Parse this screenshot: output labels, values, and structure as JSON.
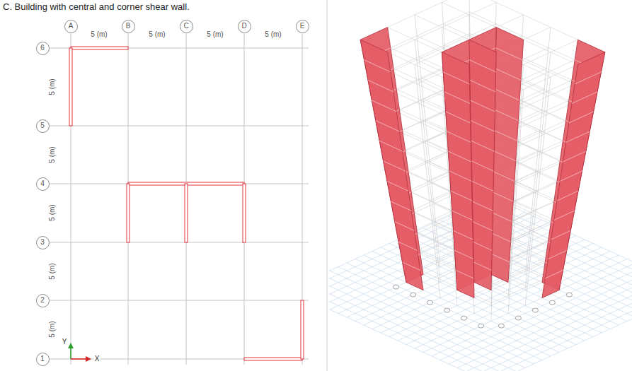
{
  "diagram": {
    "title": "C. Building with central and corner shear wall.",
    "nodes": [
      {
        "text": [
          "A"
        ]
      },
      {
        "text": [
          "B"
        ]
      },
      {
        "text": [
          "C"
        ]
      },
      {
        "text": [
          "D"
        ]
      },
      {
        "text": [
          "E"
        ]
      },
      {
        "text": [
          "6"
        ]
      },
      {
        "text": [
          "5"
        ]
      },
      {
        "text": [
          "4"
        ]
      },
      {
        "text": [
          "3"
        ]
      },
      {
        "text": [
          "2"
        ]
      },
      {
        "text": [
          "1"
        ]
      }
    ],
    "labels": [
      "5 (m)",
      "5 (m)",
      "5 (m)",
      "5 (m)",
      "5 (m)",
      "5 (m)",
      "5 (m)",
      "5 (m)",
      "5 (m)",
      "Y",
      "X"
    ]
  }
}
